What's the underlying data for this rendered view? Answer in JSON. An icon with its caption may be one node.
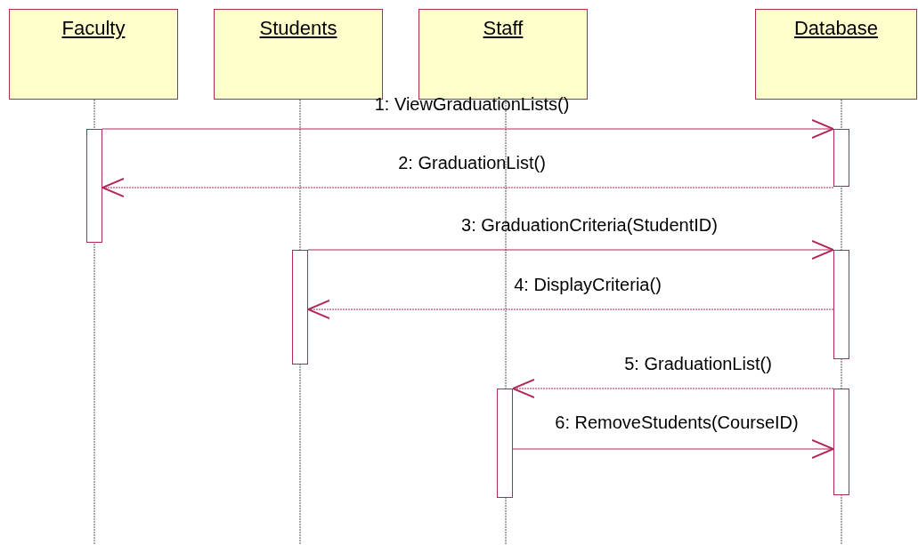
{
  "diagram": {
    "nodes": [
      {
        "text": [
          "Faculty"
        ]
      },
      {
        "text": [
          "Students"
        ]
      },
      {
        "text": [
          "Staff"
        ]
      },
      {
        "text": [
          "Database"
        ]
      },
      {
        "text": [],
        "shape": "bar"
      },
      {
        "text": [],
        "shape": "bar"
      },
      {
        "text": [],
        "shape": "bar"
      },
      {
        "text": [],
        "shape": "bar"
      },
      {
        "text": [],
        "shape": "bar"
      },
      {
        "text": [],
        "shape": "bar"
      }
    ],
    "edges": [
      {
        "from": 4,
        "to": 5,
        "arrow": "to",
        "label": "1: ViewGraduationLists()"
      },
      {
        "from": 5,
        "to": 4,
        "arrow": "to",
        "label": "2: GraduationList()",
        "style": "dashed"
      },
      {
        "from": 6,
        "to": 7,
        "arrow": "to",
        "label": "3: GraduationCriteria(StudentID)"
      },
      {
        "from": 7,
        "to": 6,
        "arrow": "to",
        "label": "4: DisplayCriteria()",
        "style": "dashed"
      },
      {
        "from": 8,
        "to": 9,
        "arrow": "to",
        "label": "5: GraduationList()",
        "style": "dashed"
      },
      {
        "from": 9,
        "to": 8,
        "arrow": "to",
        "label": "6: RemoveStudents(CourseID)"
      }
    ]
  }
}
